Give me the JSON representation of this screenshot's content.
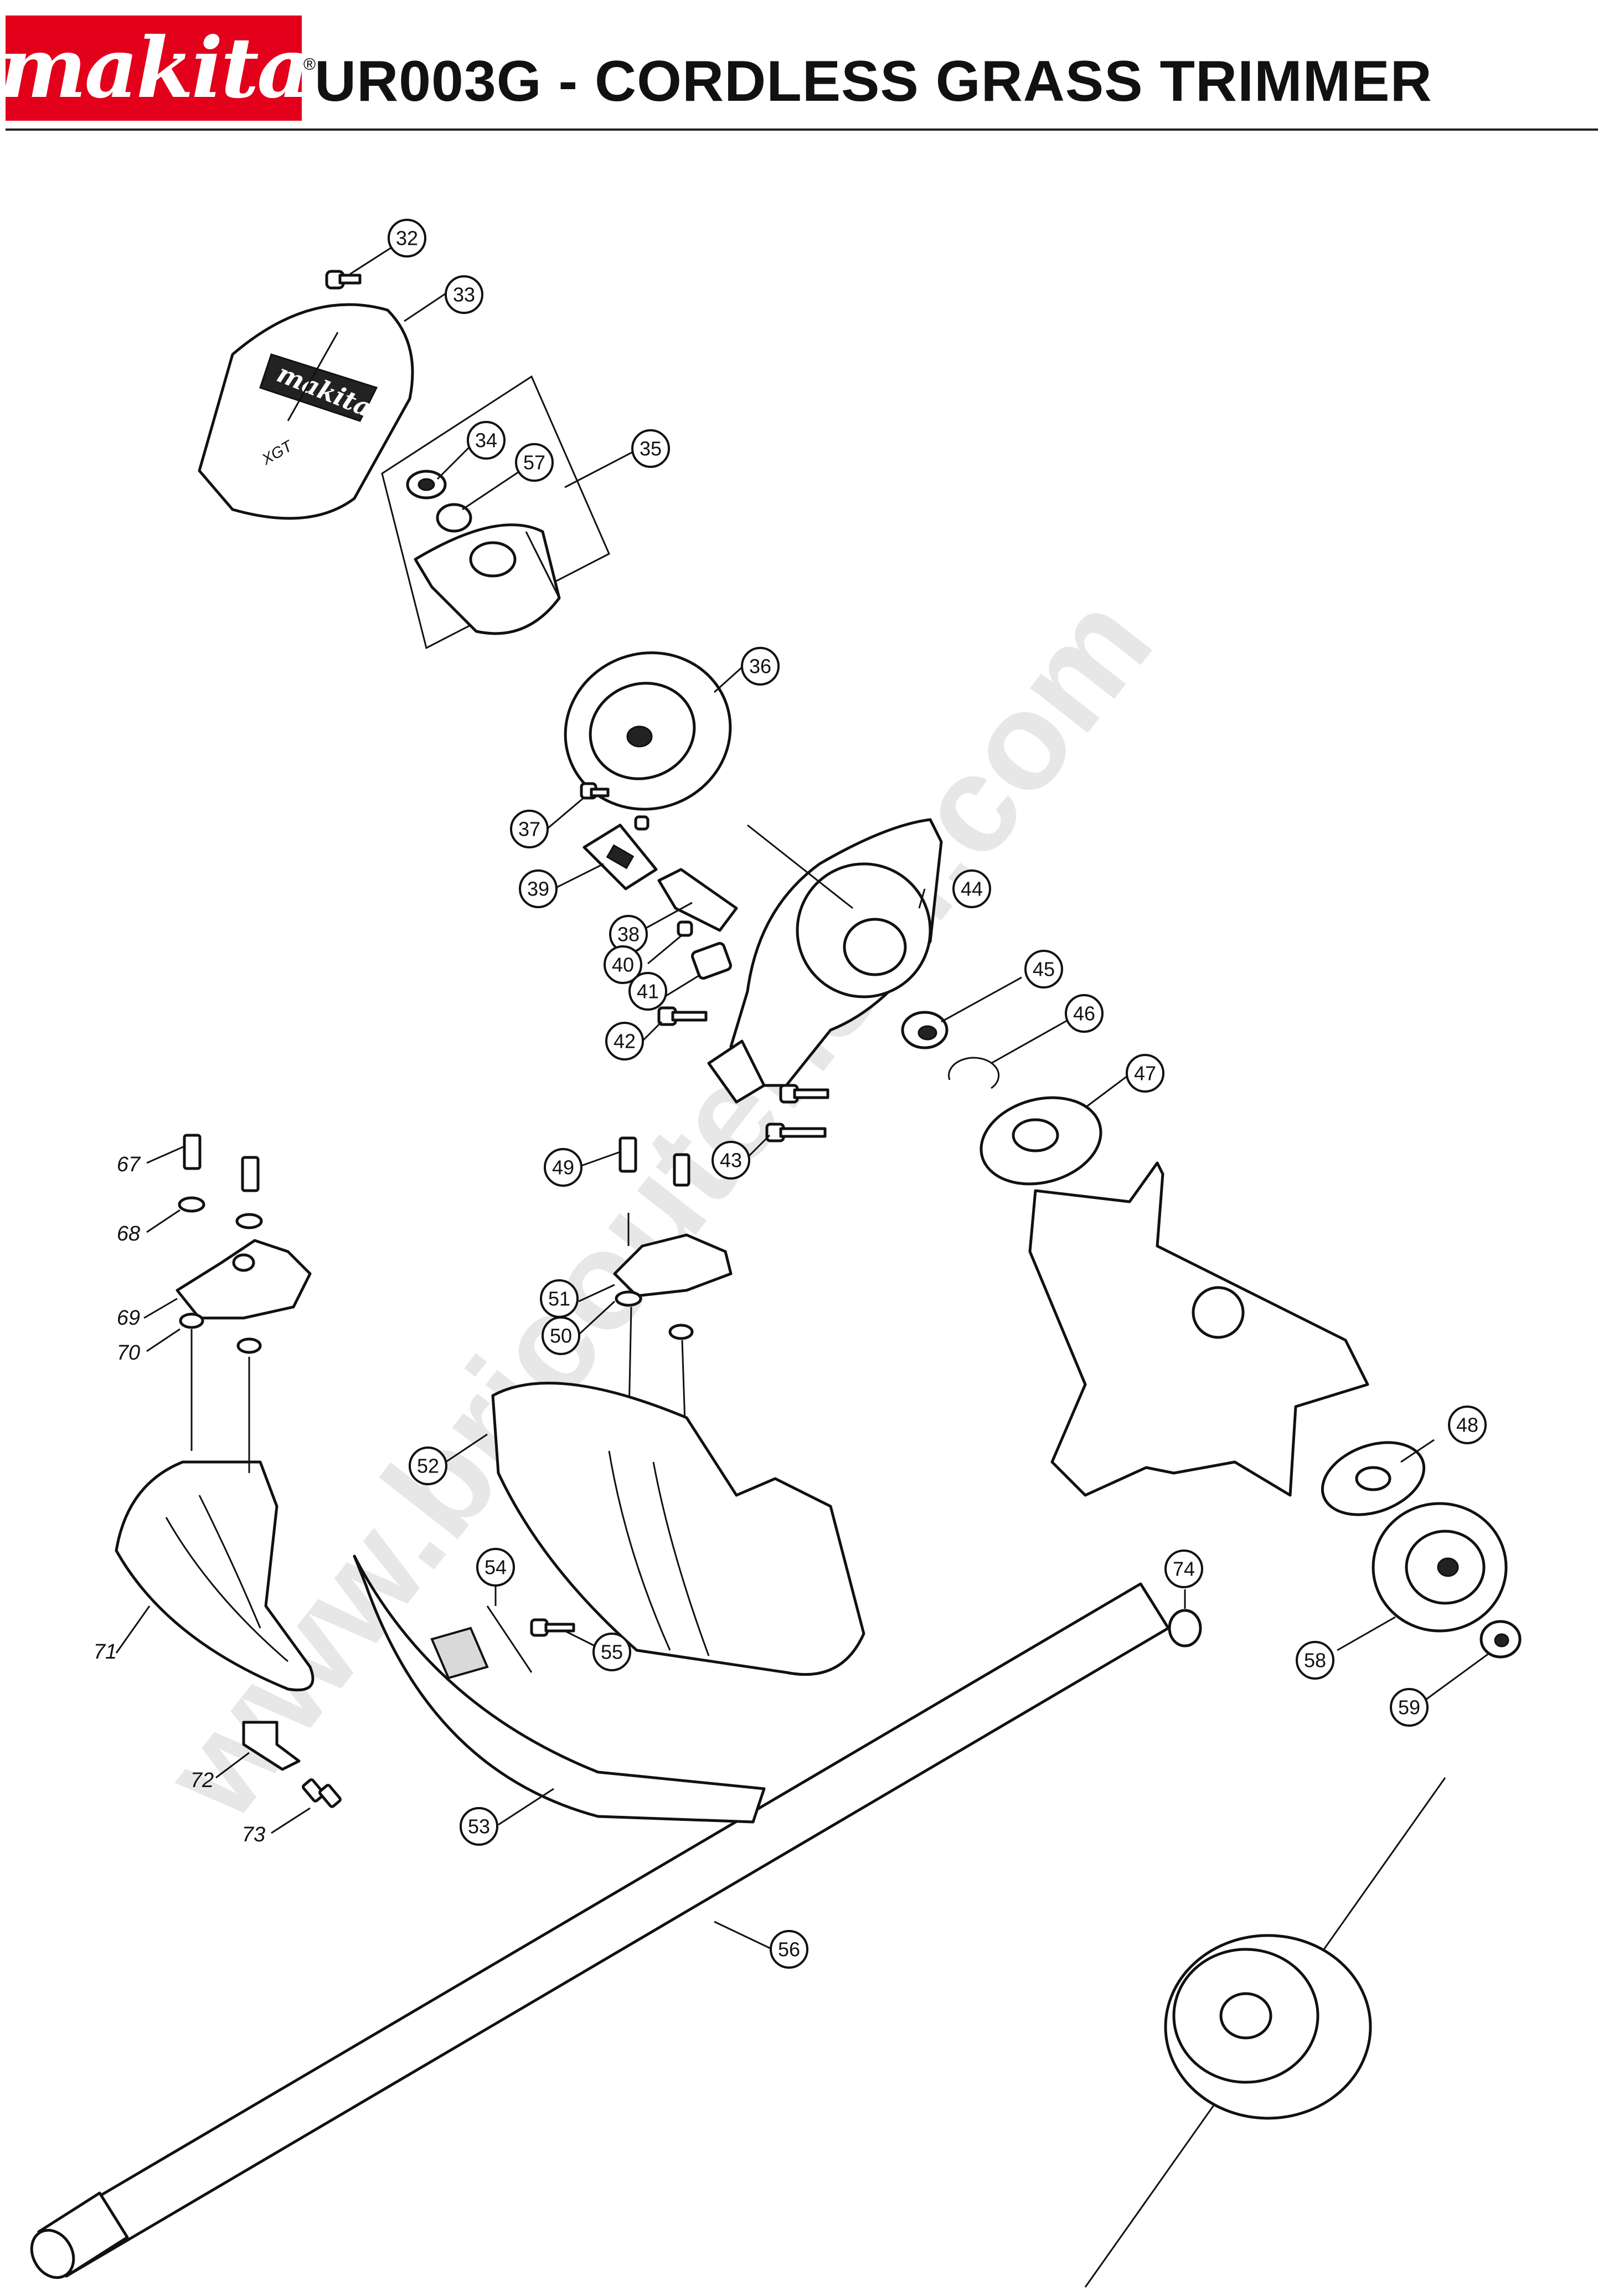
{
  "header": {
    "logo_text": "makita",
    "registered_mark": "®",
    "title": "UR003G - CORDLESS GRASS TRIMMER"
  },
  "watermark": {
    "text": "www.bricoutensili.com"
  },
  "callouts": [
    {
      "id": "32",
      "style": "circle"
    },
    {
      "id": "33",
      "style": "circle"
    },
    {
      "id": "34",
      "style": "circle"
    },
    {
      "id": "57",
      "style": "circle"
    },
    {
      "id": "35",
      "style": "circle"
    },
    {
      "id": "36",
      "style": "circle"
    },
    {
      "id": "37",
      "style": "circle"
    },
    {
      "id": "39",
      "style": "circle"
    },
    {
      "id": "38",
      "style": "circle"
    },
    {
      "id": "40",
      "style": "circle"
    },
    {
      "id": "41",
      "style": "circle"
    },
    {
      "id": "42",
      "style": "circle"
    },
    {
      "id": "44",
      "style": "circle"
    },
    {
      "id": "45",
      "style": "circle"
    },
    {
      "id": "46",
      "style": "circle"
    },
    {
      "id": "47",
      "style": "circle"
    },
    {
      "id": "43",
      "style": "circle"
    },
    {
      "id": "49",
      "style": "circle"
    },
    {
      "id": "51",
      "style": "circle"
    },
    {
      "id": "50",
      "style": "circle"
    },
    {
      "id": "52",
      "style": "circle"
    },
    {
      "id": "54",
      "style": "circle"
    },
    {
      "id": "55",
      "style": "circle"
    },
    {
      "id": "53",
      "style": "circle"
    },
    {
      "id": "56",
      "style": "circle"
    },
    {
      "id": "48",
      "style": "circle"
    },
    {
      "id": "74",
      "style": "circle"
    },
    {
      "id": "58",
      "style": "circle"
    },
    {
      "id": "59",
      "style": "circle"
    },
    {
      "id": "67",
      "style": "plain"
    },
    {
      "id": "68",
      "style": "plain"
    },
    {
      "id": "69",
      "style": "plain"
    },
    {
      "id": "70",
      "style": "plain"
    },
    {
      "id": "71",
      "style": "plain"
    },
    {
      "id": "72",
      "style": "plain"
    },
    {
      "id": "73",
      "style": "plain"
    }
  ],
  "parts": [
    {
      "name": "cover-logo",
      "text": "makita"
    },
    {
      "name": "cover-badge",
      "text": "XGT"
    }
  ],
  "colors": {
    "brand": "#e2001a",
    "line": "#111111"
  }
}
